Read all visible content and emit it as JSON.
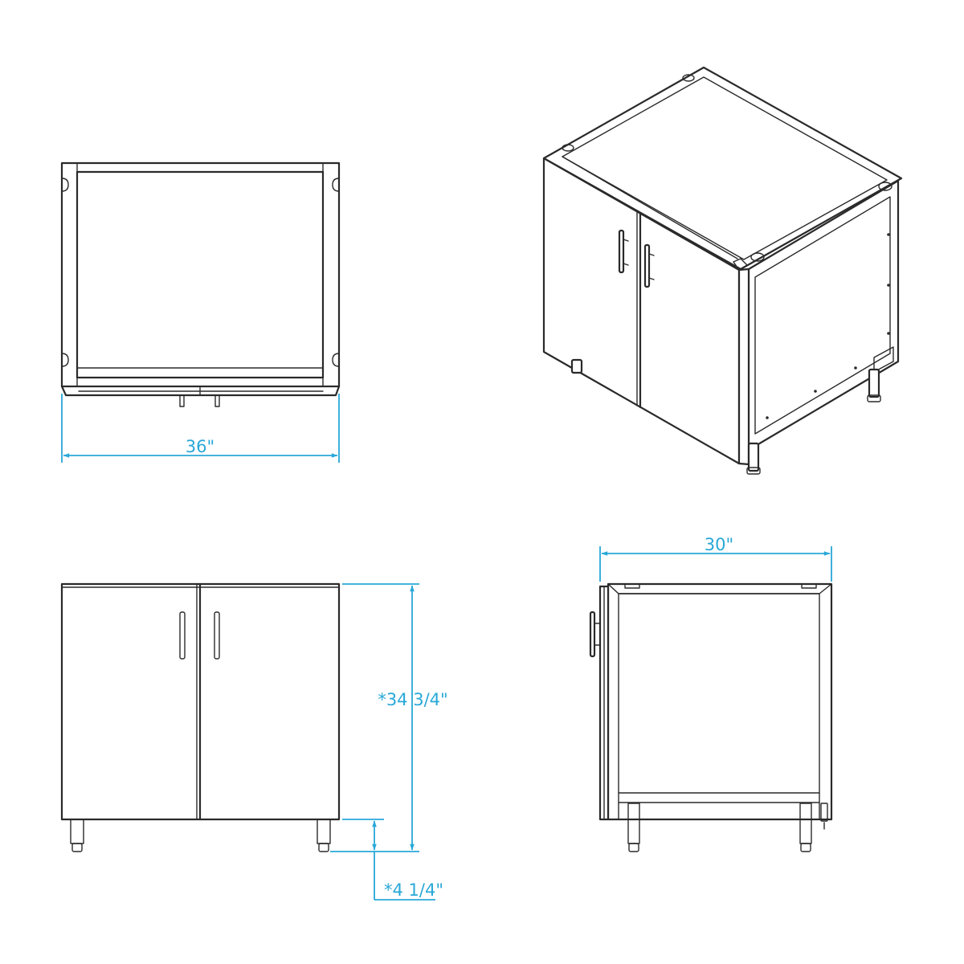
{
  "colors": {
    "line": "#2a2a2a",
    "dimension": "#29a8d8",
    "background": "#ffffff"
  },
  "dimensions": {
    "width": "36\"",
    "depth": "30\"",
    "height": "*34 3/4\"",
    "leg_height": "*4 1/4\""
  }
}
